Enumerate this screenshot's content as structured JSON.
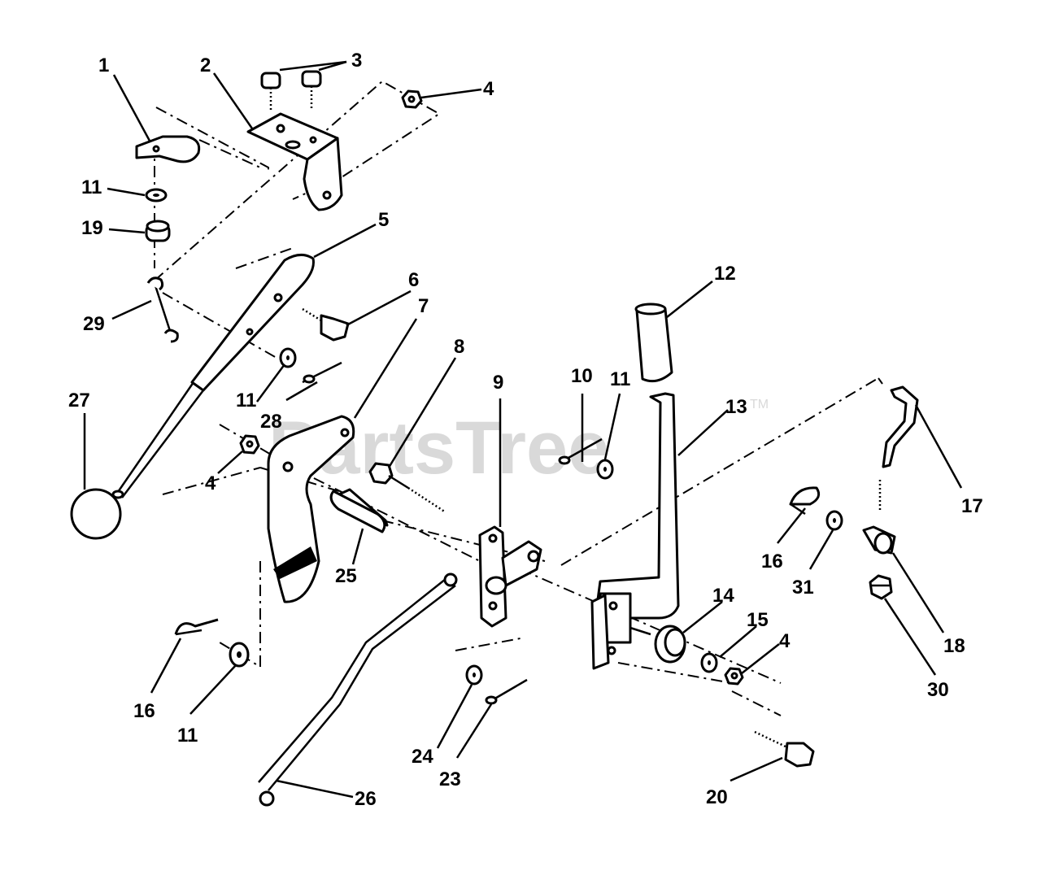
{
  "watermark": {
    "text": "PartsTree",
    "tm": "TM"
  },
  "callouts": [
    {
      "id": "c1",
      "text": "1"
    },
    {
      "id": "c2",
      "text": "2"
    },
    {
      "id": "c3",
      "text": "3"
    },
    {
      "id": "c4a",
      "text": "4"
    },
    {
      "id": "c4b",
      "text": "4"
    },
    {
      "id": "c4c",
      "text": "4"
    },
    {
      "id": "c5",
      "text": "5"
    },
    {
      "id": "c6",
      "text": "6"
    },
    {
      "id": "c7",
      "text": "7"
    },
    {
      "id": "c8",
      "text": "8"
    },
    {
      "id": "c9",
      "text": "9"
    },
    {
      "id": "c10",
      "text": "10"
    },
    {
      "id": "c11a",
      "text": "11"
    },
    {
      "id": "c11b",
      "text": "11"
    },
    {
      "id": "c11c",
      "text": "11"
    },
    {
      "id": "c11d",
      "text": "11"
    },
    {
      "id": "c12",
      "text": "12"
    },
    {
      "id": "c13",
      "text": "13"
    },
    {
      "id": "c14",
      "text": "14"
    },
    {
      "id": "c15",
      "text": "15"
    },
    {
      "id": "c16a",
      "text": "16"
    },
    {
      "id": "c16b",
      "text": "16"
    },
    {
      "id": "c17",
      "text": "17"
    },
    {
      "id": "c18",
      "text": "18"
    },
    {
      "id": "c19",
      "text": "19"
    },
    {
      "id": "c20",
      "text": "20"
    },
    {
      "id": "c23",
      "text": "23"
    },
    {
      "id": "c24",
      "text": "24"
    },
    {
      "id": "c25",
      "text": "25"
    },
    {
      "id": "c26",
      "text": "26"
    },
    {
      "id": "c27",
      "text": "27"
    },
    {
      "id": "c28",
      "text": "28"
    },
    {
      "id": "c29",
      "text": "29"
    },
    {
      "id": "c30",
      "text": "30"
    },
    {
      "id": "c31",
      "text": "31"
    }
  ]
}
